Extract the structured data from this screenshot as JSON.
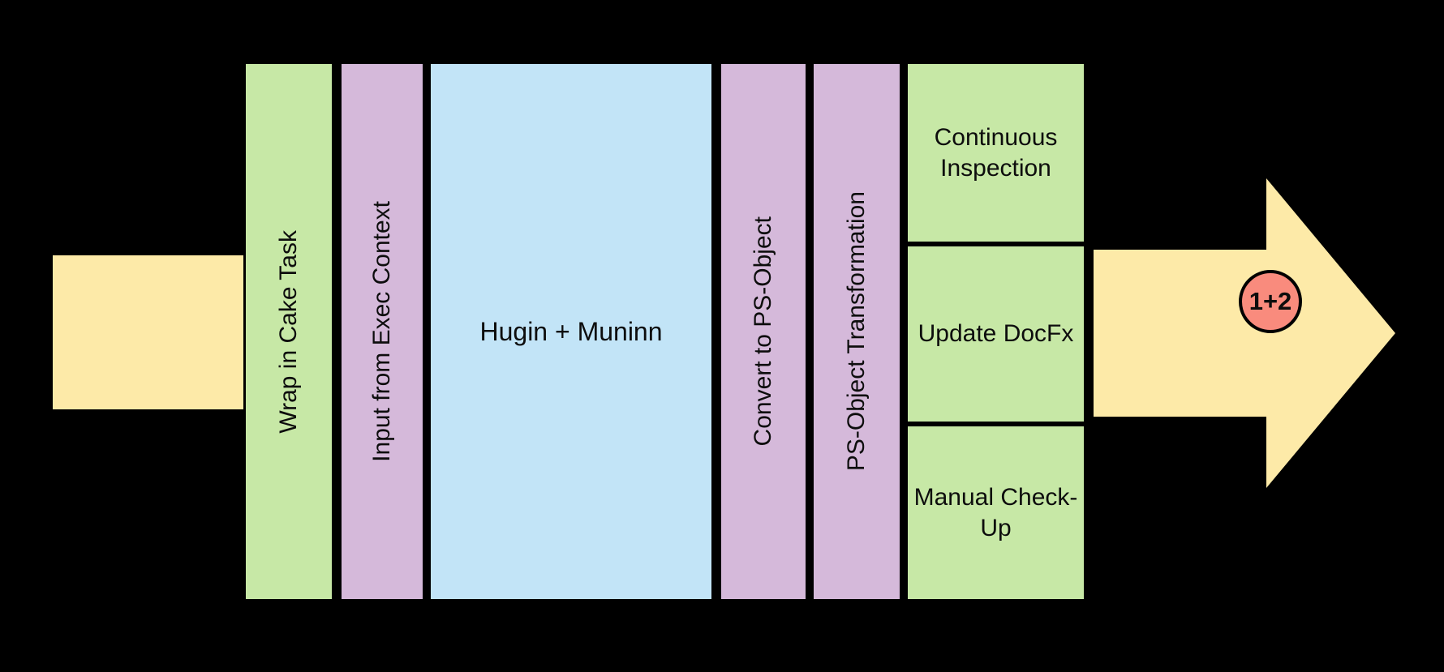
{
  "diagram": {
    "type": "pipeline-flow",
    "background_color": "#000000",
    "input": {
      "label": "",
      "color": "#fdeaa8"
    },
    "lanes": [
      {
        "label": "Wrap in Cake Task",
        "color": "#c7e8a6",
        "orientation": "vertical"
      },
      {
        "label": "Input from Exec Context",
        "color": "#d5b9da",
        "orientation": "vertical"
      },
      {
        "label": "Hugin + Muninn",
        "color": "#c2e4f7",
        "orientation": "horizontal"
      },
      {
        "label": "Convert to PS-Object",
        "color": "#d5b9da",
        "orientation": "vertical"
      },
      {
        "label": "PS-Object Transformation",
        "color": "#d5b9da",
        "orientation": "vertical"
      }
    ],
    "outputs": [
      {
        "label": "Continuous Inspection",
        "color": "#c7e8a6"
      },
      {
        "label": "Update DocFx",
        "color": "#c7e8a6"
      },
      {
        "label": "Manual Check-Up",
        "color": "#c7e8a6"
      }
    ],
    "result_arrow": {
      "direction": "right",
      "color": "#fdeaa8",
      "badge": {
        "label": "1+2",
        "color": "#f98b7d",
        "border_color": "#000000"
      }
    }
  }
}
